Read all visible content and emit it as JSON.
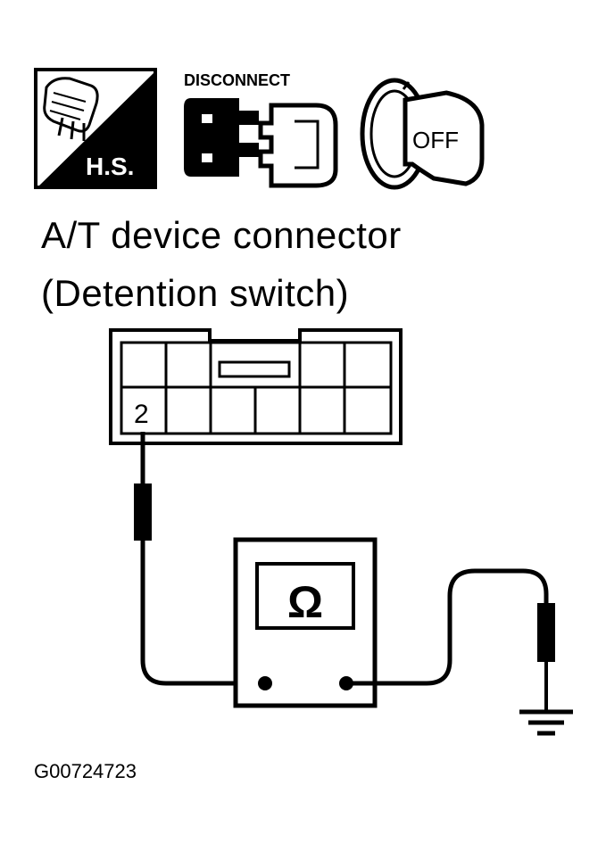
{
  "icons": {
    "hs": {
      "icon": "harness-connector-hs-icon",
      "label": "H.S."
    },
    "disconnect": {
      "icon": "disconnect-connector-icon",
      "label": "DISCONNECT"
    },
    "ignition": {
      "icon": "ignition-key-off-icon",
      "label": "OFF"
    }
  },
  "connector": {
    "title_line1": "A/T device connector",
    "title_line2": "(Detention switch)",
    "terminal_label": "2"
  },
  "meter": {
    "symbol": "Ω",
    "icon": "ohmmeter-icon"
  },
  "ground": {
    "icon": "ground-icon"
  },
  "figure_code": "G00724723"
}
